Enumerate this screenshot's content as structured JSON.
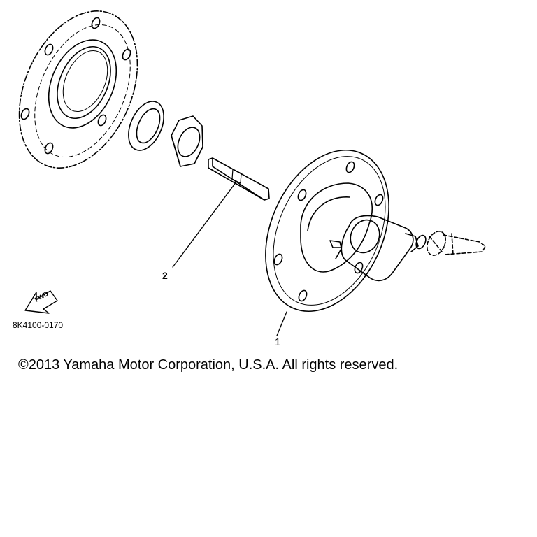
{
  "callouts": {
    "part_1": "1",
    "part_2": "2"
  },
  "direction_arrow": {
    "label": "FWD"
  },
  "drawing_code": "8K4100-0170",
  "copyright": "©2013 Yamaha Motor Corporation, U.S.A. All rights reserved.",
  "colors": {
    "line": "#000000",
    "background": "#ffffff"
  }
}
